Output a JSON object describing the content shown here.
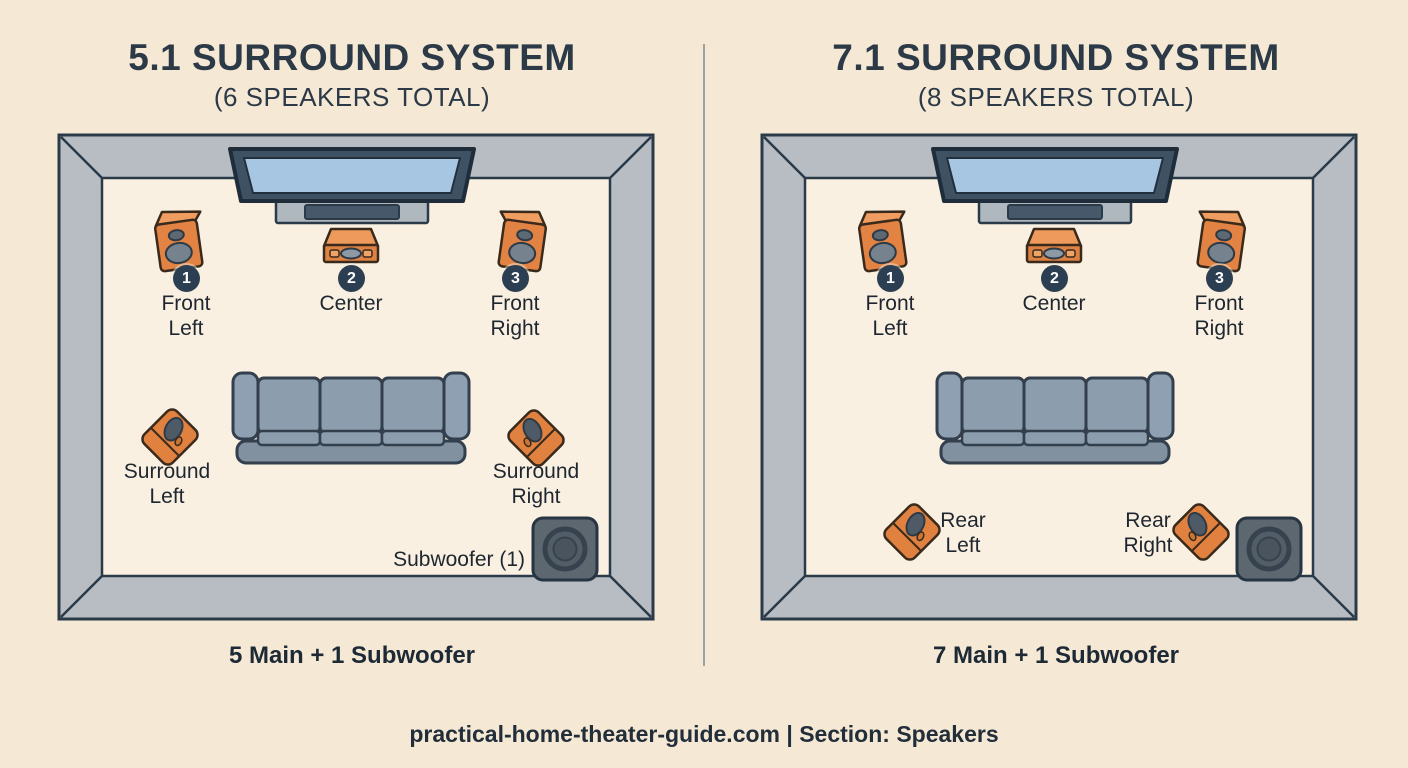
{
  "panels": [
    {
      "title": "5.1 SURROUND SYSTEM",
      "subtitle": "(6 SPEAKERS TOTAL)",
      "caption": "5 Main + 1 Subwoofer",
      "speakers": {
        "front_left": {
          "badge": "1",
          "label": "Front\nLeft"
        },
        "center": {
          "badge": "2",
          "label": "Center"
        },
        "front_right": {
          "badge": "3",
          "label": "Front\nRight"
        },
        "surround_left": {
          "label": "Surround\nLeft"
        },
        "surround_right": {
          "label": "Surround\nRight"
        },
        "subwoofer": {
          "label": "Subwoofer (1)"
        }
      }
    },
    {
      "title": "7.1 SURROUND SYSTEM",
      "subtitle": "(8 SPEAKERS TOTAL)",
      "caption": "7 Main + 1 Subwoofer",
      "speakers": {
        "front_left": {
          "badge": "1",
          "label": "Front\nLeft"
        },
        "center": {
          "badge": "2",
          "label": "Center"
        },
        "front_right": {
          "badge": "3",
          "label": "Front\nRight"
        },
        "rear_left": {
          "label": "Rear\nLeft"
        },
        "rear_right": {
          "label": "Rear\nRight"
        }
      }
    }
  ],
  "footer": "practical-home-theater-guide.com | Section: Speakers",
  "colors": {
    "background": "#f5e9d5",
    "room_floor": "#f9f0e1",
    "wall_gray": "#b7bdc2",
    "outline_dark": "#2b3a49",
    "speaker_orange": "#e28344",
    "speaker_orange_light": "#ef9d60",
    "couch_blue_gray": "#8c9dae",
    "tv_screen_blue": "#a6c6e2",
    "badge_navy": "#2c3f52",
    "subwoofer_gray": "#5d6770",
    "title_text": "#2c3947",
    "label_text": "#1e2630"
  }
}
